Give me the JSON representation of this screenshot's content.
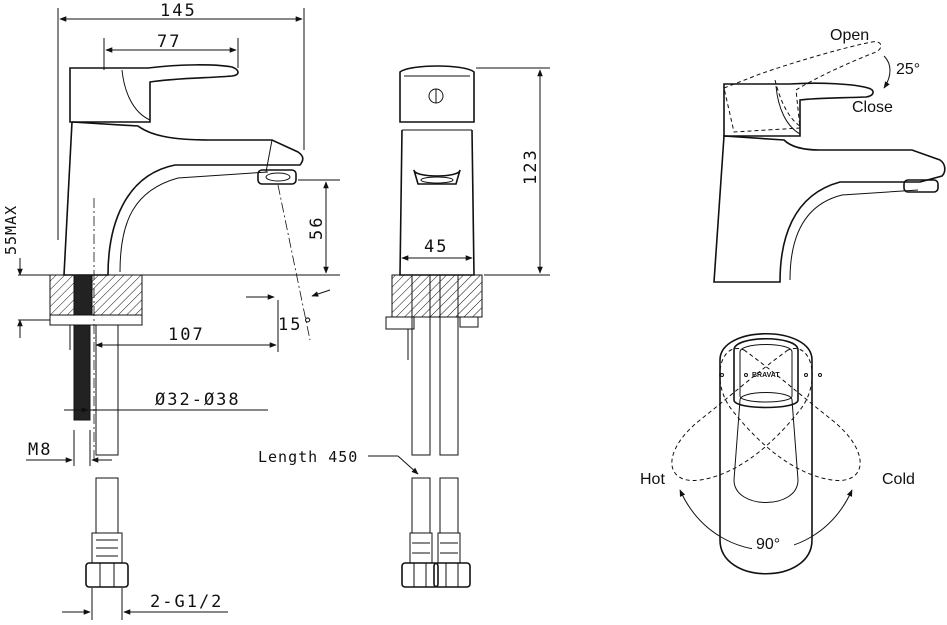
{
  "colors": {
    "ink": "#111111",
    "background": "#ffffff"
  },
  "side_view": {
    "dim_width": "145",
    "dim_handle": "77",
    "dim_height_above": "56",
    "dim_max_deck": "55MAX",
    "dim_reach": "107",
    "dim_hole": "Ø32-Ø38",
    "dim_stud": "M8",
    "dim_connection": "2-G1/2",
    "angle_spout": "15°"
  },
  "front_view": {
    "dim_height": "123",
    "dim_base": "45",
    "hose_label": "Length 450"
  },
  "handle_side_view": {
    "open_label": "Open",
    "close_label": "Close",
    "angle_label": "25°"
  },
  "top_view": {
    "brand": "BRAVAT",
    "hot_label": "Hot",
    "cold_label": "Cold",
    "rotation_label": "90°"
  }
}
